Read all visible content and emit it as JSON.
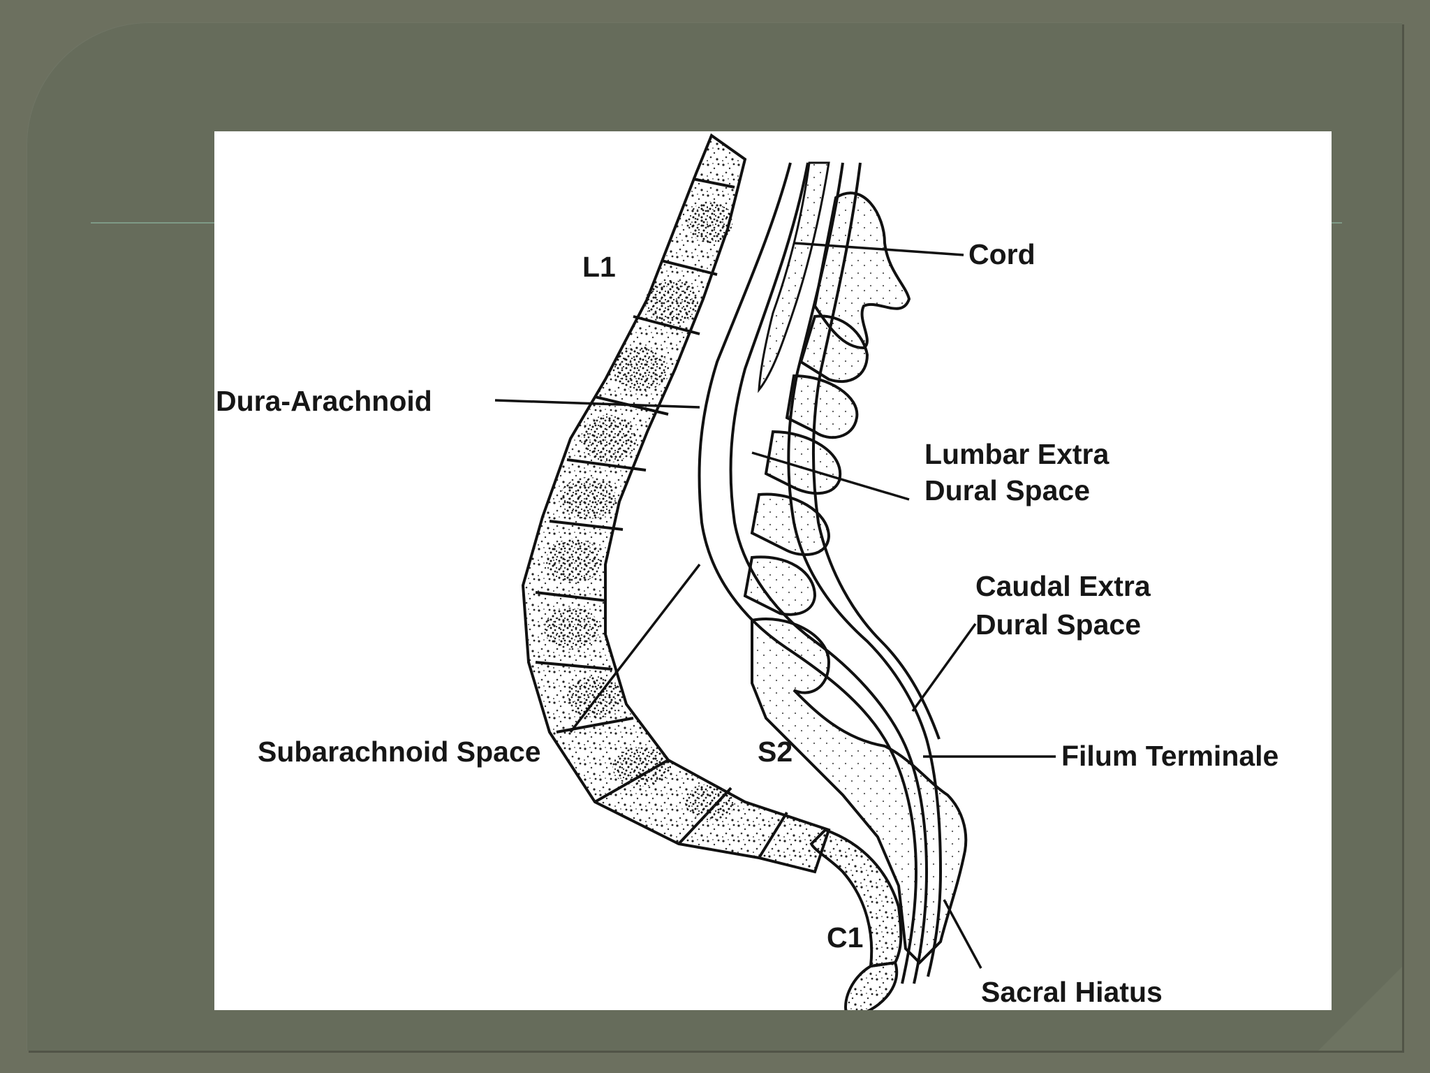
{
  "diagram": {
    "labels": {
      "cord": "Cord",
      "l1": "L1",
      "dura_arachnoid": "Dura-Arachnoid",
      "lumbar_line1": "Lumbar Extra",
      "lumbar_line2": "Dural Space",
      "caudal_line1": "Caudal Extra",
      "caudal_line2": "Dural Space",
      "subarachnoid": "Subarachnoid Space",
      "s2": "S2",
      "filum": "Filum Terminale",
      "c1": "C1",
      "sacral_hiatus": "Sacral Hiatus"
    }
  }
}
